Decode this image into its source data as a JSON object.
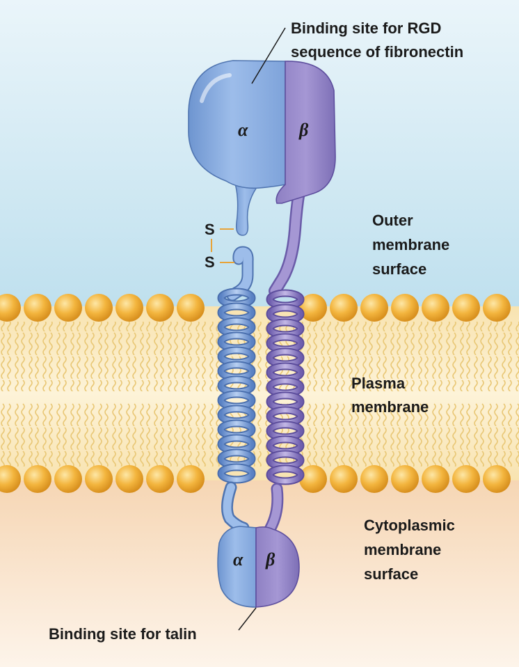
{
  "labels": {
    "rgd_site": [
      "Binding site for RGD",
      "sequence of fibronectin"
    ],
    "outer_surface": [
      "Outer",
      "membrane",
      "surface"
    ],
    "plasma_membrane": [
      "Plasma",
      "membrane"
    ],
    "cytoplasmic_surface": [
      "Cytoplasmic",
      "membrane",
      "surface"
    ],
    "talin_site": "Binding site for talin"
  },
  "subunits": {
    "alpha_top": "α",
    "beta_top": "β",
    "alpha_bottom": "α",
    "beta_bottom": "β"
  },
  "disulfide": {
    "s1": "S",
    "s2": "S"
  },
  "colors": {
    "alpha": "#8fb2e4",
    "beta": "#9a8ccb",
    "lipid_head": "#f0b23c",
    "outer_bg": "#d2e9f3",
    "membrane_bg": "#fbe9bd",
    "cyto_bg": "#f8ddc0"
  }
}
